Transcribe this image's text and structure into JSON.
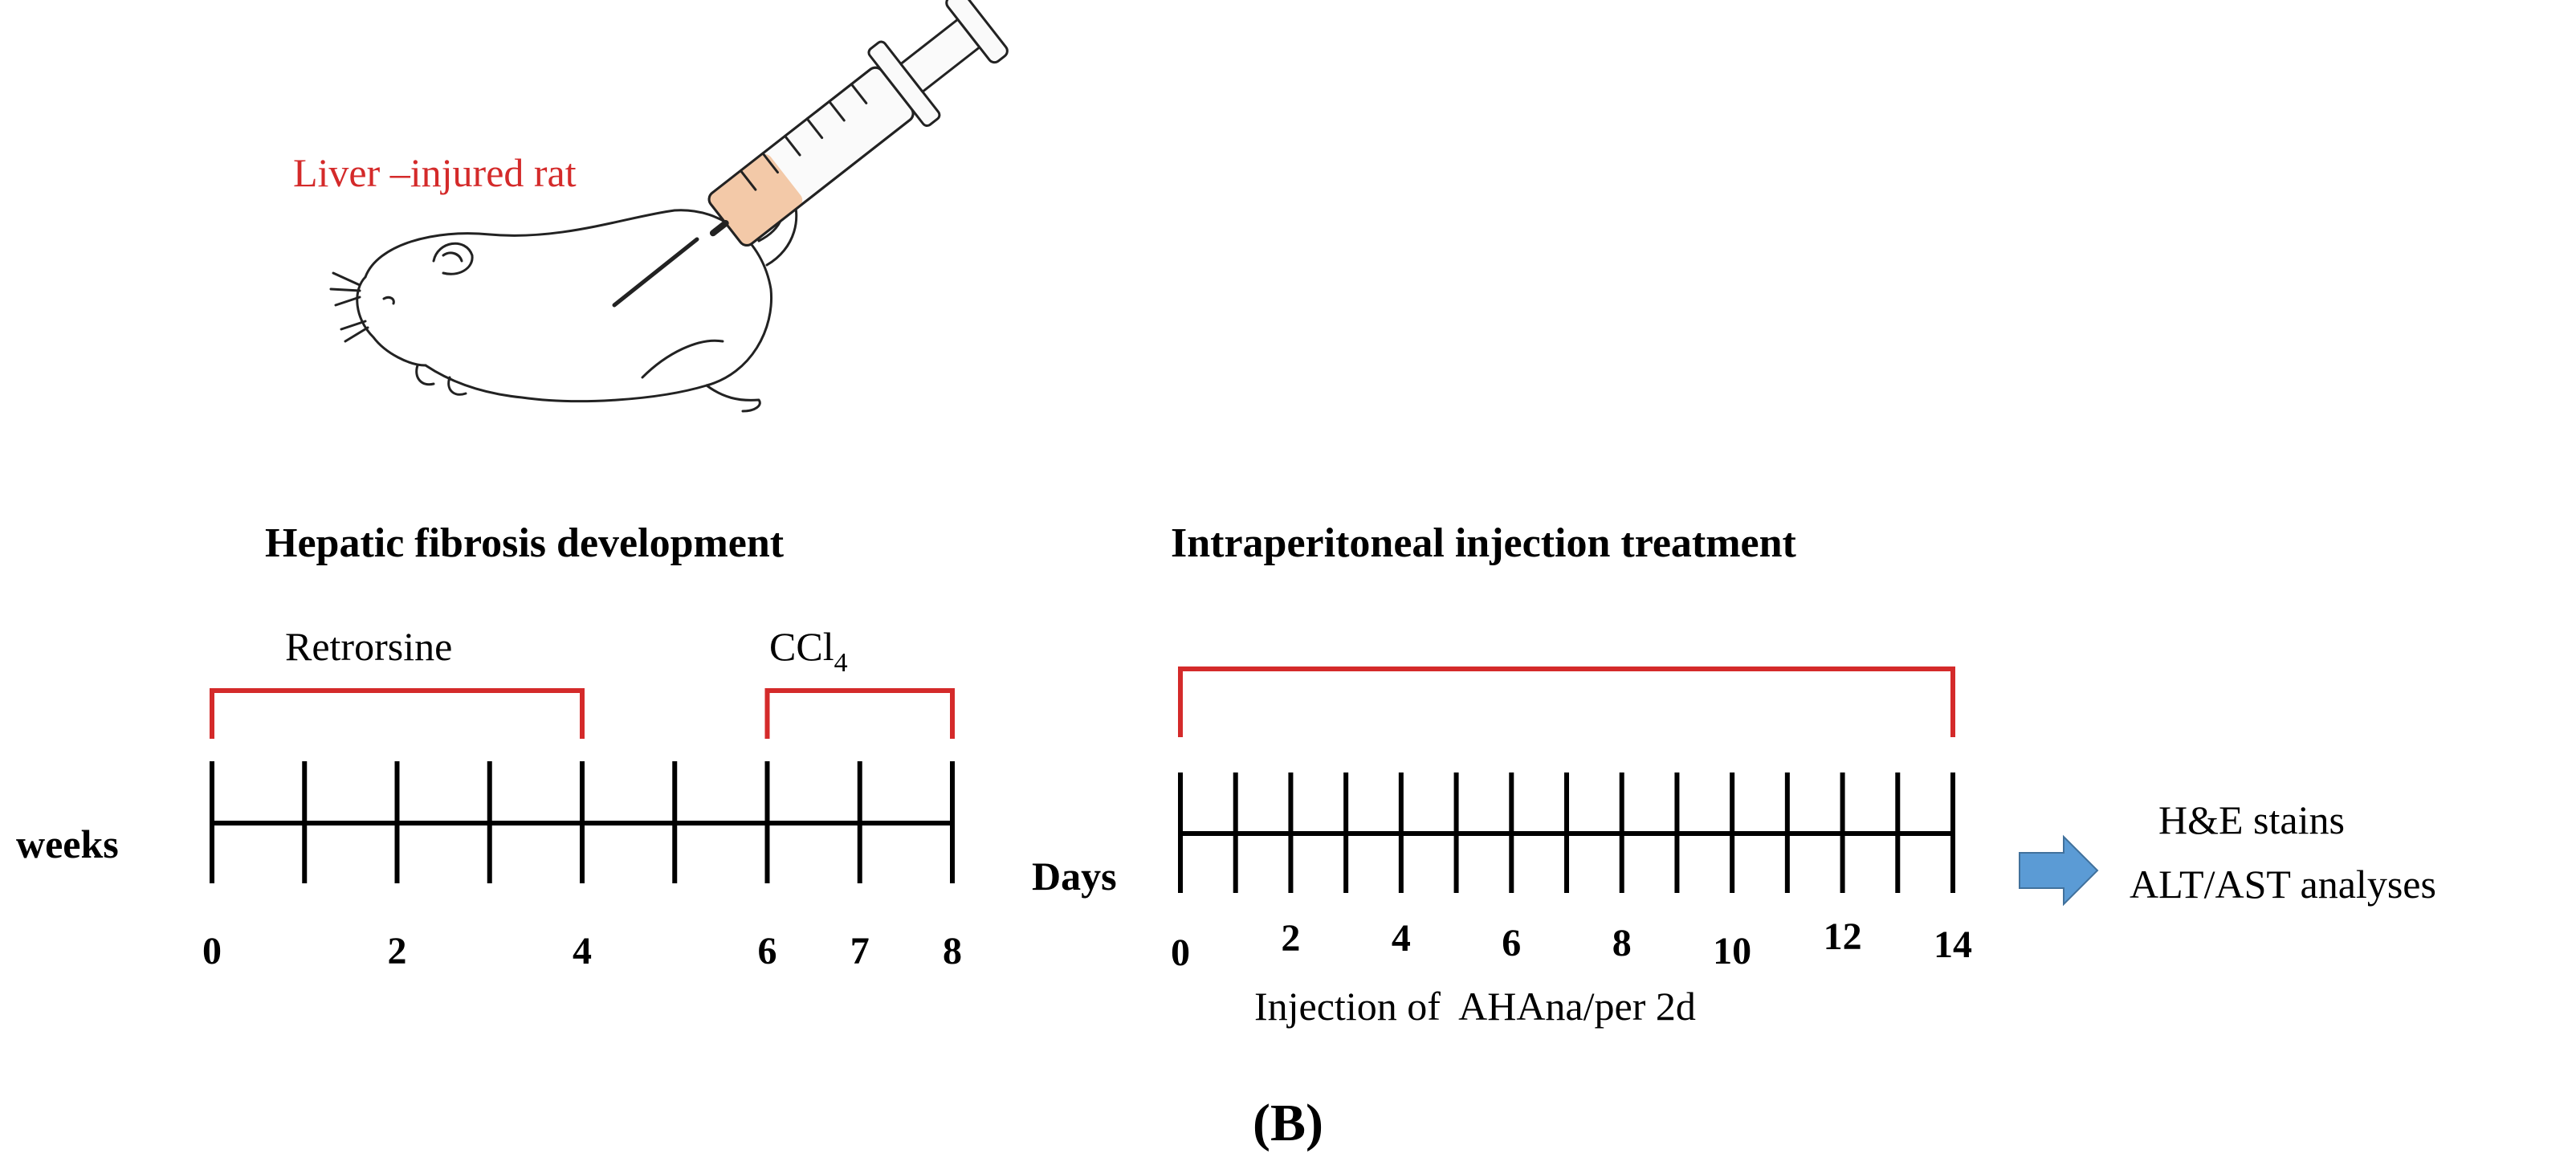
{
  "illustration": {
    "label": "Liver –injured rat",
    "label_color": "#d42a2a",
    "icons": [
      "rat-icon",
      "syringe-icon"
    ]
  },
  "fibrosis_timeline": {
    "title": "Hepatic fibrosis development",
    "axis_label": "weeks",
    "ticks": [
      "0",
      "1",
      "2",
      "3",
      "4",
      "5",
      "6",
      "7",
      "8"
    ],
    "tick_labels": [
      "0",
      "2",
      "4",
      "6",
      "7",
      "8"
    ],
    "brackets": [
      {
        "label": "Retrorsine",
        "from": 0,
        "to": 4
      },
      {
        "label_main": "CCl",
        "label_sub": "4",
        "from": 6,
        "to": 8
      }
    ]
  },
  "treatment_timeline": {
    "title": "Intraperitoneal injection treatment",
    "axis_label": "Days",
    "ticks": [
      "0",
      "1",
      "2",
      "3",
      "4",
      "5",
      "6",
      "7",
      "8",
      "9",
      "10",
      "11",
      "12",
      "13",
      "14"
    ],
    "tick_labels": [
      "0",
      "2",
      "4",
      "6",
      "8",
      "10",
      "12",
      "14"
    ],
    "bracket": {
      "from": 0,
      "to": 14
    },
    "caption": "Injection of  AHAna/per 2d"
  },
  "outcome": {
    "arrow_icon": "right-arrow-icon",
    "arrow_color": "#5b9bd5",
    "lines": [
      "H&E stains",
      "ALT/AST analyses"
    ]
  },
  "panel_label": "(B)",
  "colors": {
    "bracket": "#d42a2a",
    "axis": "#000000"
  }
}
